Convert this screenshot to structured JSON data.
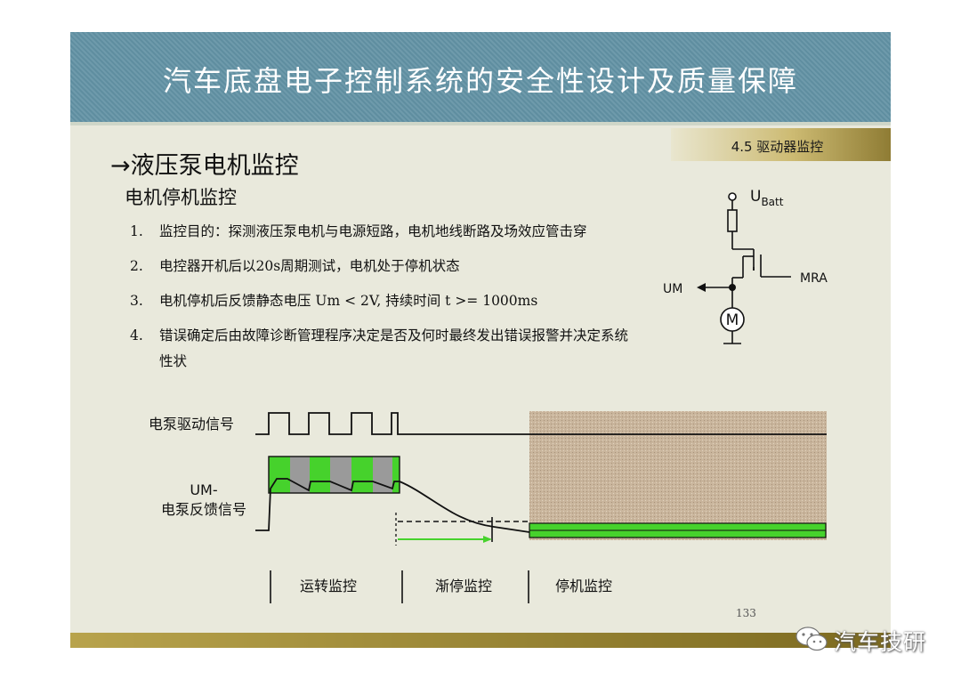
{
  "header": {
    "title": "汽车底盘电子控制系统的安全性设计及质量保障"
  },
  "section_tag": "4.5 驱动器监控",
  "main_title": "→液压泵电机监控",
  "subtitle": "电机停机监控",
  "list": [
    {
      "num": "1.",
      "text": "监控目的：探测液压泵电机与电源短路，电机地线断路及场效应管击穿"
    },
    {
      "num": "2.",
      "text": "电控器开机后以20s周期测试，电机处于停机状态"
    },
    {
      "num": "3.",
      "text": "电机停机后反馈静态电压 Um < 2V, 持续时间  t >= 1000ms"
    },
    {
      "num": "4.",
      "text": "错误确定后由故障诊断管理程序决定是否及何时最终发出错误报警并决定系统性状"
    }
  ],
  "circuit": {
    "ubatt_main": "U",
    "ubatt_sub": "Batt",
    "mra_label": "MRA",
    "um_label": "UM",
    "motor_label": "M"
  },
  "timing": {
    "signal1_label": "电泵驱动信号",
    "signal2_label_line1": "UM-",
    "signal2_label_line2": "电泵反馈信号",
    "phases": [
      "运转监控",
      "渐停监控",
      "停机监控"
    ]
  },
  "colors": {
    "header": "#6a97a8",
    "green": "#49d62f",
    "gray": "#9a9a9a",
    "hatch": "#c7b49a",
    "footer": "#9e8a36"
  },
  "page_number": "133",
  "watermark": "汽车技研"
}
